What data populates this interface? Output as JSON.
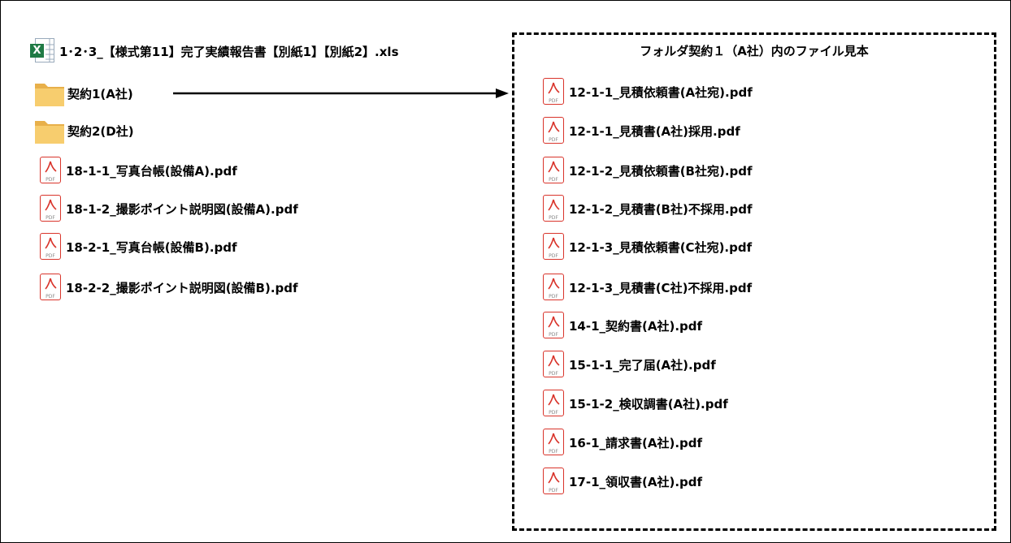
{
  "left_files": [
    {
      "name": "1･2･3_【様式第11】完了実績報告書【別紙1】【別紙2】.xls",
      "icon": "excel-icon"
    },
    {
      "name": "契約1(A社)",
      "icon": "folder-icon"
    },
    {
      "name": "契約2(D社)",
      "icon": "folder-icon"
    },
    {
      "name": "18-1-1_写真台帳(設備A).pdf",
      "icon": "pdf-icon"
    },
    {
      "name": "18-1-2_撮影ポイント説明図(設備A).pdf",
      "icon": "pdf-icon"
    },
    {
      "name": "18-2-1_写真台帳(設備B).pdf",
      "icon": "pdf-icon"
    },
    {
      "name": "18-2-2_撮影ポイント説明図(設備B).pdf",
      "icon": "pdf-icon"
    }
  ],
  "folder_box": {
    "title": "フォルダ契約１（A社）内のファイル見本",
    "files": [
      "12-1-1_見積依頼書(A社宛).pdf",
      "12-1-1_見積書(A社)採用.pdf",
      "12-1-2_見積依頼書(B社宛).pdf",
      "12-1-2_見積書(B社)不採用.pdf",
      "12-1-3_見積依頼書(C社宛).pdf",
      "12-1-3_見積書(C社)不採用.pdf",
      "14-1_契約書(A社).pdf",
      "15-1-1_完了届(A社).pdf",
      "15-1-2_検収調書(A社).pdf",
      "16-1_請求書(A社).pdf",
      "17-1_領収書(A社).pdf"
    ]
  },
  "pdf_label": "PDF",
  "colors": {
    "pdf": "#d9342b",
    "folder": "#f5c862",
    "excel": "#1f7a45"
  }
}
